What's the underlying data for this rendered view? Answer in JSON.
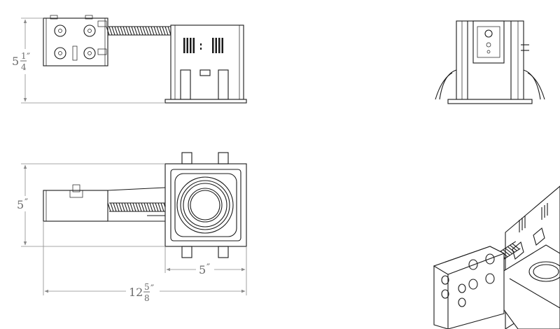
{
  "dimensions": {
    "height": {
      "whole": "5",
      "num": "1",
      "den": "4",
      "unit": "″"
    },
    "width": {
      "whole": "5",
      "unit": "″"
    },
    "housing": {
      "whole": "5",
      "unit": "″"
    },
    "length": {
      "whole": "12",
      "num": "5",
      "den": "8",
      "unit": "″"
    }
  },
  "colors": {
    "line": "#1a1a1a",
    "dimension_text": "#6b6b6b",
    "background": "#ffffff"
  },
  "views": [
    "side-elevation",
    "end-elevation",
    "top-plan",
    "isometric"
  ]
}
